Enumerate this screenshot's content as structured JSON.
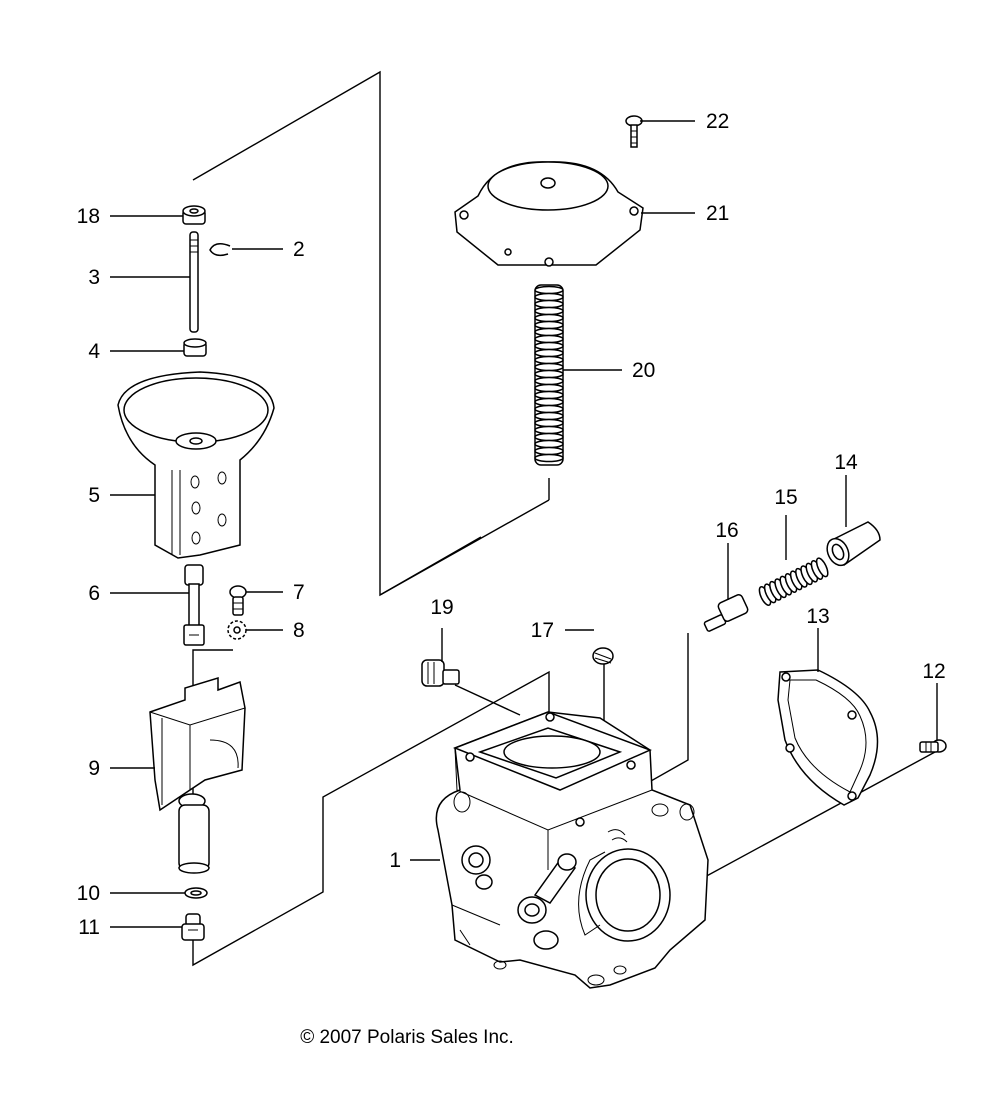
{
  "callouts": {
    "c1": "1",
    "c2": "2",
    "c3": "3",
    "c4": "4",
    "c5": "5",
    "c6": "6",
    "c7": "7",
    "c8": "8",
    "c9": "9",
    "c10": "10",
    "c11": "11",
    "c12": "12",
    "c13": "13",
    "c14": "14",
    "c15": "15",
    "c16": "16",
    "c17": "17",
    "c18": "18",
    "c19": "19",
    "c20": "20",
    "c21": "21",
    "c22": "22"
  },
  "copyright": "© 2007 Polaris Sales Inc."
}
